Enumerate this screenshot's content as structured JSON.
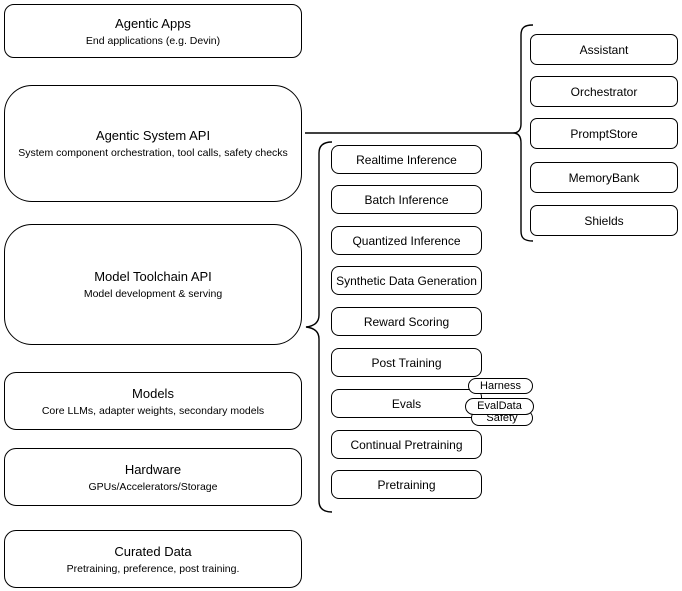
{
  "colors": {
    "stroke": "#000000",
    "node_fill": "#ffffff",
    "background": "#ffffff",
    "text": "#000000"
  },
  "left_stack": [
    {
      "title": "Agentic Apps",
      "subtitle": "End applications (e.g. Devin)"
    },
    {
      "title": "Agentic System API",
      "subtitle": "System component orchestration, tool calls, safety checks"
    },
    {
      "title": "Model Toolchain API",
      "subtitle": "Model development & serving"
    },
    {
      "title": "Models",
      "subtitle": "Core LLMs, adapter weights, secondary models"
    },
    {
      "title": "Hardware",
      "subtitle": "GPUs/Accelerators/Storage"
    },
    {
      "title": "Curated Data",
      "subtitle": "Pretraining, preference, post training."
    }
  ],
  "toolchain_stack": [
    "Realtime Inference",
    "Batch Inference",
    "Quantized Inference",
    "Synthetic Data Generation",
    "Reward Scoring",
    "Post Training",
    "Evals",
    "Continual Pretraining",
    "Pretraining"
  ],
  "evals_pills": [
    "Harness",
    "EvalData",
    "Safety"
  ],
  "system_stack": [
    "Assistant",
    "Orchestrator",
    "PromptStore",
    "MemoryBank",
    "Shields"
  ]
}
